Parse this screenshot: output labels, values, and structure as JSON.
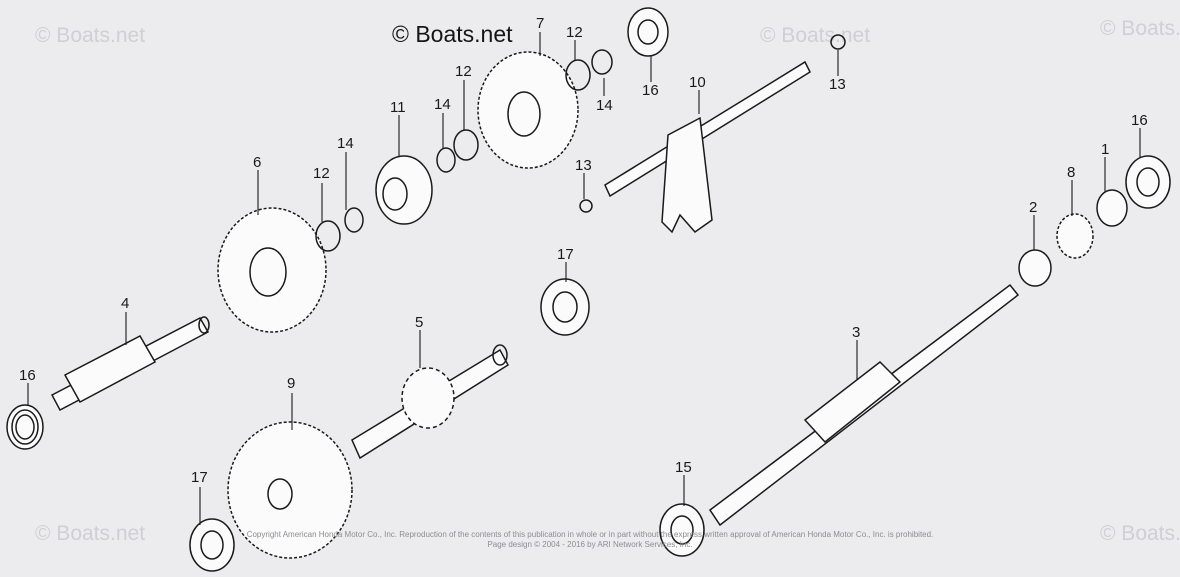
{
  "watermarks": {
    "main": "© Boats.net",
    "faint": "© Boats.net"
  },
  "footer": {
    "line1": "Copyright American Honda Motor Co., Inc. Reproduction of the contents of this publication in whole or in part without the express written approval of American Honda Motor Co., Inc. is prohibited.",
    "line2": "Page design © 2004 - 2016 by ARI Network Services, Inc."
  },
  "callouts": {
    "c1": "1",
    "c2": "2",
    "c3": "3",
    "c4": "4",
    "c5": "5",
    "c6": "6",
    "c7": "7",
    "c8": "8",
    "c9": "9",
    "c10": "10",
    "c11": "11",
    "c12a": "12",
    "c12b": "12",
    "c12c": "12",
    "c13a": "13",
    "c13b": "13",
    "c14a": "14",
    "c14b": "14",
    "c14c": "14",
    "c15": "15",
    "c16a": "16",
    "c16b": "16",
    "c16c": "16",
    "c17a": "17",
    "c17b": "17"
  },
  "colors": {
    "background": "#ececee",
    "ink": "#1a1a1a",
    "watermark": "#d0d0d4"
  }
}
